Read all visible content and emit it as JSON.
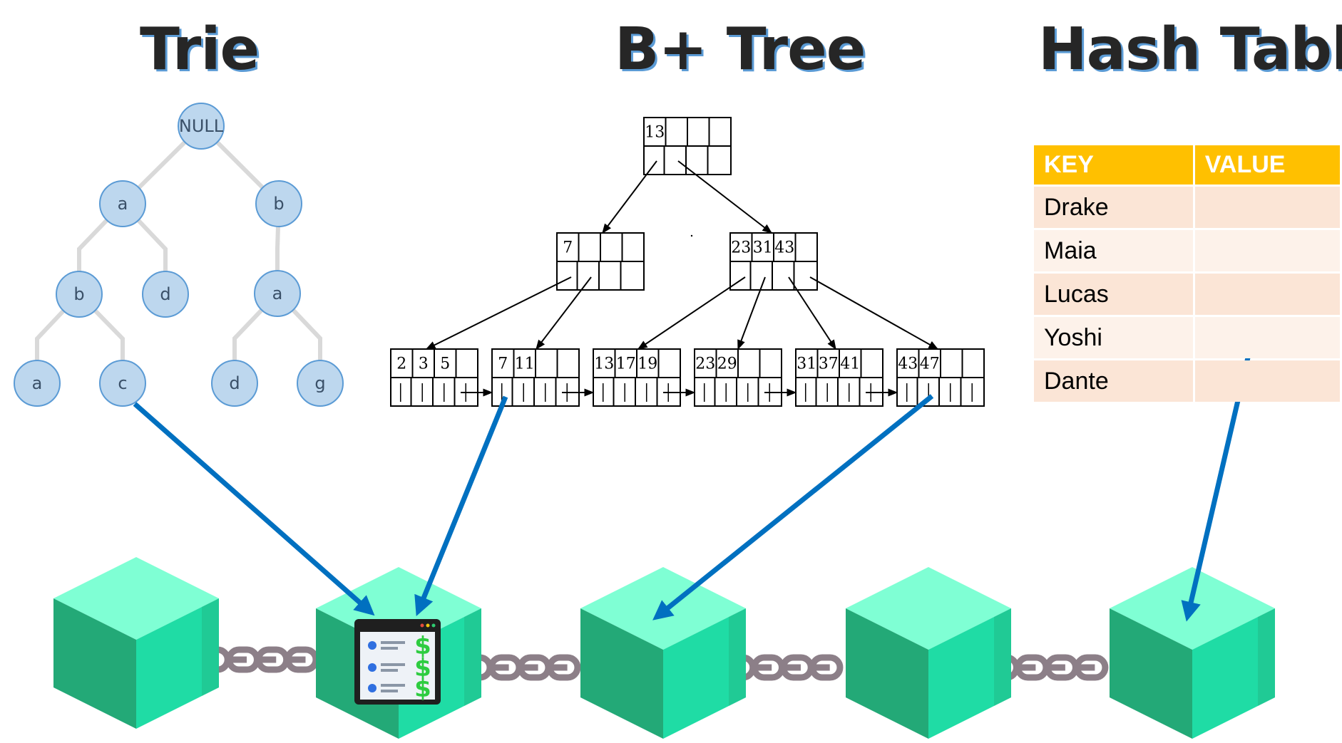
{
  "titles": {
    "trie": "Trie",
    "bplus": "B+ Tree",
    "hash": "Hash Table"
  },
  "trie": {
    "nodes": [
      {
        "id": "root",
        "label": "NULL"
      },
      {
        "id": "a1",
        "label": "a"
      },
      {
        "id": "b1",
        "label": "b"
      },
      {
        "id": "b2",
        "label": "b"
      },
      {
        "id": "d1",
        "label": "d"
      },
      {
        "id": "a2",
        "label": "a"
      },
      {
        "id": "a3",
        "label": "a"
      },
      {
        "id": "c1",
        "label": "c"
      },
      {
        "id": "d2",
        "label": "d"
      },
      {
        "id": "g1",
        "label": "g"
      }
    ],
    "edges": [
      [
        "root",
        "a1"
      ],
      [
        "root",
        "b1"
      ],
      [
        "a1",
        "b2"
      ],
      [
        "a1",
        "d1"
      ],
      [
        "b1",
        "a2"
      ],
      [
        "b2",
        "a3"
      ],
      [
        "b2",
        "c1"
      ],
      [
        "a2",
        "d2"
      ],
      [
        "a2",
        "g1"
      ]
    ]
  },
  "bplus": {
    "root": [
      "13"
    ],
    "internal": [
      [
        "7"
      ],
      [
        "23",
        "31",
        "43"
      ]
    ],
    "leaves": [
      [
        "2",
        "3",
        "5"
      ],
      [
        "7",
        "11"
      ],
      [
        "13",
        "17",
        "19"
      ],
      [
        "23",
        "29"
      ],
      [
        "31",
        "37",
        "41"
      ],
      [
        "43",
        "47"
      ]
    ]
  },
  "hash_table": {
    "headers": [
      "KEY",
      "VALUE"
    ],
    "rows": [
      [
        "Drake",
        ""
      ],
      [
        "Maia",
        ""
      ],
      [
        "Lucas",
        ""
      ],
      [
        "Yoshi",
        ""
      ],
      [
        "Dante",
        ""
      ]
    ]
  },
  "ledger_icon": "ledger-dollar-icon",
  "colors": {
    "arrow": "#0070c0",
    "cube_top": "#7fffd4",
    "cube_front": "#23a977",
    "cube_side": "#1fdca5",
    "chain": "#8c7f88",
    "table_header": "#ffc000",
    "trie_node": "#bdd7ee",
    "title_shadow": "#5b9bd5"
  }
}
